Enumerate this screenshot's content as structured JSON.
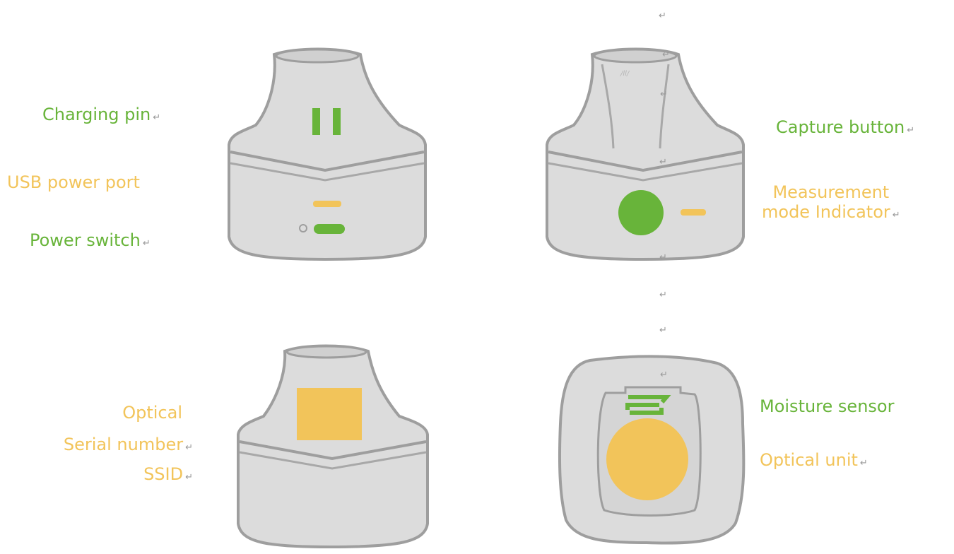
{
  "colors": {
    "green": "#68b43a",
    "yellow": "#f2c45a",
    "body": "#dcdcdc",
    "outline": "#9e9e9e"
  },
  "paragraph_mark": "↵",
  "panels": {
    "front": {
      "charging_pin": "Charging pin",
      "usb_power_port": "USB power port",
      "power_switch": "Power switch"
    },
    "side": {
      "capture_button": "Capture button",
      "measurement_line1": "Measurement",
      "measurement_line2": "mode Indicator"
    },
    "back": {
      "optical": "Optical",
      "serial_number": "Serial number",
      "ssid": "SSID"
    },
    "bottom": {
      "moisture_sensor": "Moisture sensor",
      "optical_unit": "Optical unit"
    }
  }
}
